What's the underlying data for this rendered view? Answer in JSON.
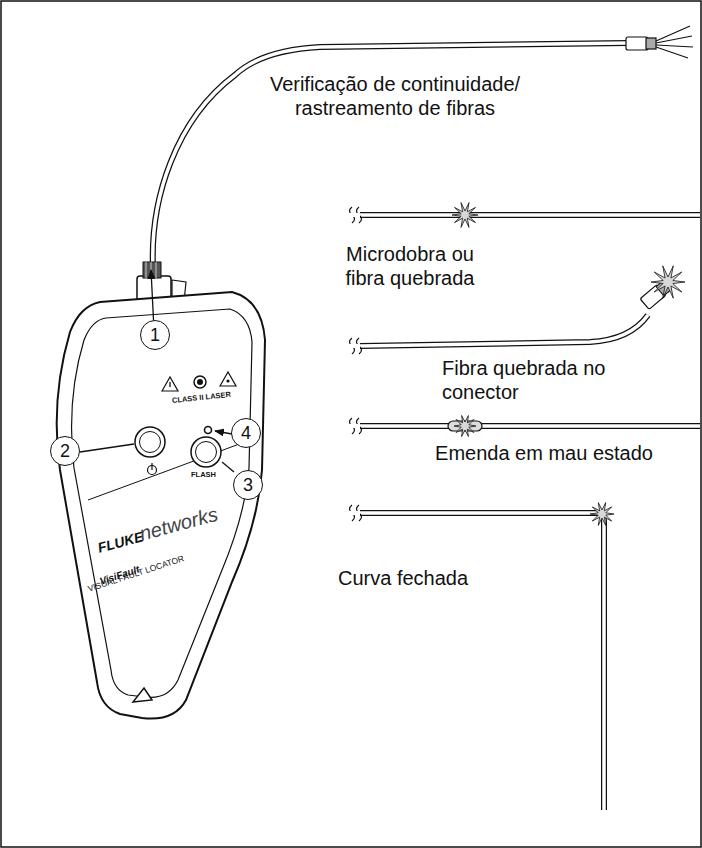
{
  "diagram": {
    "nodes": [
      {
        "text": [
          "1"
        ]
      },
      {
        "text": [
          "2"
        ]
      },
      {
        "text": [
          "4"
        ]
      },
      {
        "text": [
          "3"
        ]
      }
    ],
    "labels": [
      "Verificação de continuidade/ rastreamento de fibras",
      "Microdobra ou fibra quebrada",
      "Fibra quebrada no conector",
      "Emenda em mau estado",
      "Curva fechada",
      "CLASS II LASER",
      "FLASH",
      "FLUKE",
      "networks",
      "VisiFault",
      "VISUAL FAULT LOCATOR"
    ]
  }
}
